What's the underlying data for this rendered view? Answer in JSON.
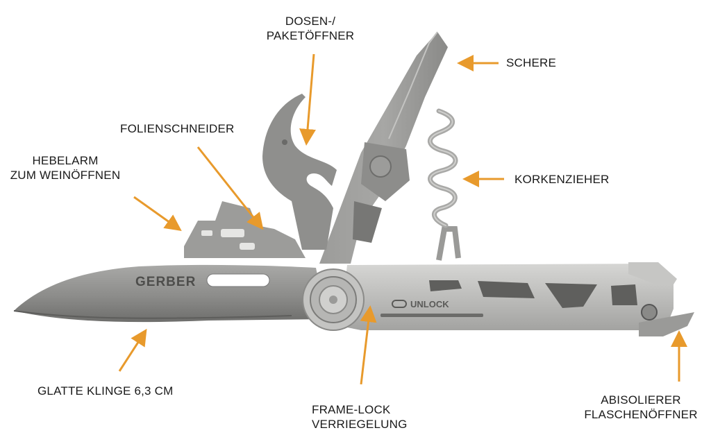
{
  "accent_color": "#e89a2c",
  "knife": {
    "brand": "GERBER",
    "unlock_label": "UNLOCK"
  },
  "labels": {
    "dosen": {
      "line1": "DOSEN-/",
      "line2": "PAKETÖFFNER"
    },
    "schere": "SCHERE",
    "folien": "FOLIENSCHNEIDER",
    "hebel": {
      "line1": "HEBELARM",
      "line2": "ZUM WEINÖFFNEN"
    },
    "korken": "KORKENZIEHER",
    "klinge": "GLATTE KLINGE 6,3 CM",
    "frame": {
      "line1": "FRAME-LOCK",
      "line2": "VERRIEGELUNG"
    },
    "abisol": {
      "line1": "ABISOLIERER",
      "line2": "FLASCHENÖFFNER"
    }
  }
}
